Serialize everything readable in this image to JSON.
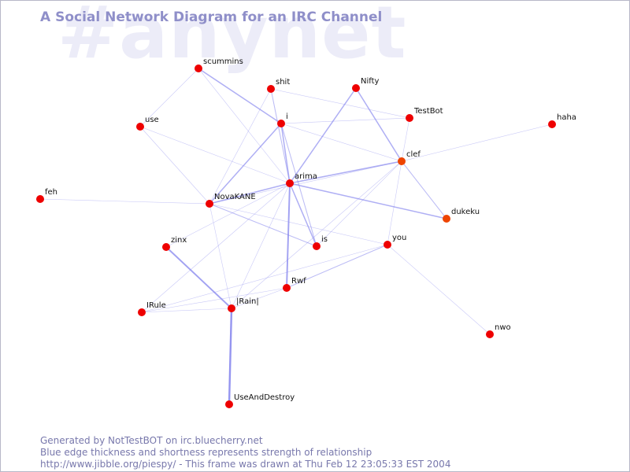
{
  "watermark": "#anynet",
  "title": "A Social Network Diagram for an IRC Channel",
  "footer": {
    "line1": "Generated by NotTestBOT on irc.bluecherry.net",
    "line2": "Blue edge thickness and shortness represents strength of relationship",
    "line3": "http://www.jibble.org/piespy/ - This frame was drawn at Thu Feb 12 23:05:33 EST 2004"
  },
  "colors": {
    "node": "#ee0000",
    "node_alt": "#ee4400",
    "edge": "#8888ee",
    "label": "#111111"
  },
  "nodes": [
    {
      "id": "scummins",
      "label": "scummins"
    },
    {
      "id": "shit",
      "label": "shit"
    },
    {
      "id": "Nifty",
      "label": "Nifty"
    },
    {
      "id": "TestBot",
      "label": "TestBot"
    },
    {
      "id": "haha",
      "label": "haha"
    },
    {
      "id": "use",
      "label": "use"
    },
    {
      "id": "i",
      "label": "i"
    },
    {
      "id": "clef",
      "label": "clef",
      "alt": true
    },
    {
      "id": "feh",
      "label": "feh"
    },
    {
      "id": "arima",
      "label": "arima"
    },
    {
      "id": "NovaKANE",
      "label": "NovaKANE"
    },
    {
      "id": "dukeku",
      "label": "dukeku",
      "alt": true
    },
    {
      "id": "zinx",
      "label": "zinx"
    },
    {
      "id": "is",
      "label": "is"
    },
    {
      "id": "you",
      "label": "you"
    },
    {
      "id": "Rwf",
      "label": "Rwf"
    },
    {
      "id": "IRule",
      "label": "IRule"
    },
    {
      "id": "Rain",
      "label": "|Rain|"
    },
    {
      "id": "nwo",
      "label": "nwo"
    },
    {
      "id": "UseAndDestroy",
      "label": "UseAndDestroy"
    }
  ],
  "edges": [
    {
      "source": "Rain",
      "target": "UseAndDestroy",
      "weight": 3
    },
    {
      "source": "zinx",
      "target": "Rain",
      "weight": 2.5
    },
    {
      "source": "arima",
      "target": "Rwf",
      "weight": 2.5
    },
    {
      "source": "arima",
      "target": "Nifty",
      "weight": 2
    },
    {
      "source": "arima",
      "target": "i",
      "weight": 2
    },
    {
      "source": "i",
      "target": "NovaKANE",
      "weight": 2
    },
    {
      "source": "arima",
      "target": "clef",
      "weight": 2
    },
    {
      "source": "arima",
      "target": "dukeku",
      "weight": 2
    },
    {
      "source": "Nifty",
      "target": "clef",
      "weight": 2
    },
    {
      "source": "arima",
      "target": "is",
      "weight": 2
    },
    {
      "source": "arima",
      "target": "NovaKANE",
      "weight": 2
    },
    {
      "source": "scummins",
      "target": "i",
      "weight": 2
    },
    {
      "source": "i",
      "target": "is",
      "weight": 1.5
    },
    {
      "source": "NovaKANE",
      "target": "is",
      "weight": 1.5
    },
    {
      "source": "shit",
      "target": "arima",
      "weight": 1.5
    },
    {
      "source": "you",
      "target": "Rwf",
      "weight": 1.5
    },
    {
      "source": "clef",
      "target": "dukeku",
      "weight": 1.5
    },
    {
      "source": "scummins",
      "target": "arima",
      "weight": 1
    },
    {
      "source": "scummins",
      "target": "use",
      "weight": 1
    },
    {
      "source": "shit",
      "target": "TestBot",
      "weight": 1
    },
    {
      "source": "shit",
      "target": "NovaKANE",
      "weight": 1
    },
    {
      "source": "i",
      "target": "TestBot",
      "weight": 1
    },
    {
      "source": "i",
      "target": "clef",
      "weight": 1
    },
    {
      "source": "TestBot",
      "target": "clef",
      "weight": 1
    },
    {
      "source": "haha",
      "target": "clef",
      "weight": 1
    },
    {
      "source": "use",
      "target": "arima",
      "weight": 1
    },
    {
      "source": "use",
      "target": "NovaKANE",
      "weight": 1
    },
    {
      "source": "feh",
      "target": "NovaKANE",
      "weight": 1
    },
    {
      "source": "NovaKANE",
      "target": "Rain",
      "weight": 1
    },
    {
      "source": "NovaKANE",
      "target": "you",
      "weight": 1
    },
    {
      "source": "zinx",
      "target": "arima",
      "weight": 1
    },
    {
      "source": "arima",
      "target": "IRule",
      "weight": 1
    },
    {
      "source": "arima",
      "target": "Rain",
      "weight": 1
    },
    {
      "source": "clef",
      "target": "you",
      "weight": 1
    },
    {
      "source": "clef",
      "target": "is",
      "weight": 1
    },
    {
      "source": "clef",
      "target": "Rain",
      "weight": 1
    },
    {
      "source": "you",
      "target": "nwo",
      "weight": 1
    },
    {
      "source": "you",
      "target": "IRule",
      "weight": 1
    },
    {
      "source": "Rwf",
      "target": "Rain",
      "weight": 1
    },
    {
      "source": "Rwf",
      "target": "IRule",
      "weight": 1
    },
    {
      "source": "IRule",
      "target": "Rain",
      "weight": 1
    },
    {
      "source": "clef",
      "target": "NovaKANE",
      "weight": 1
    }
  ]
}
